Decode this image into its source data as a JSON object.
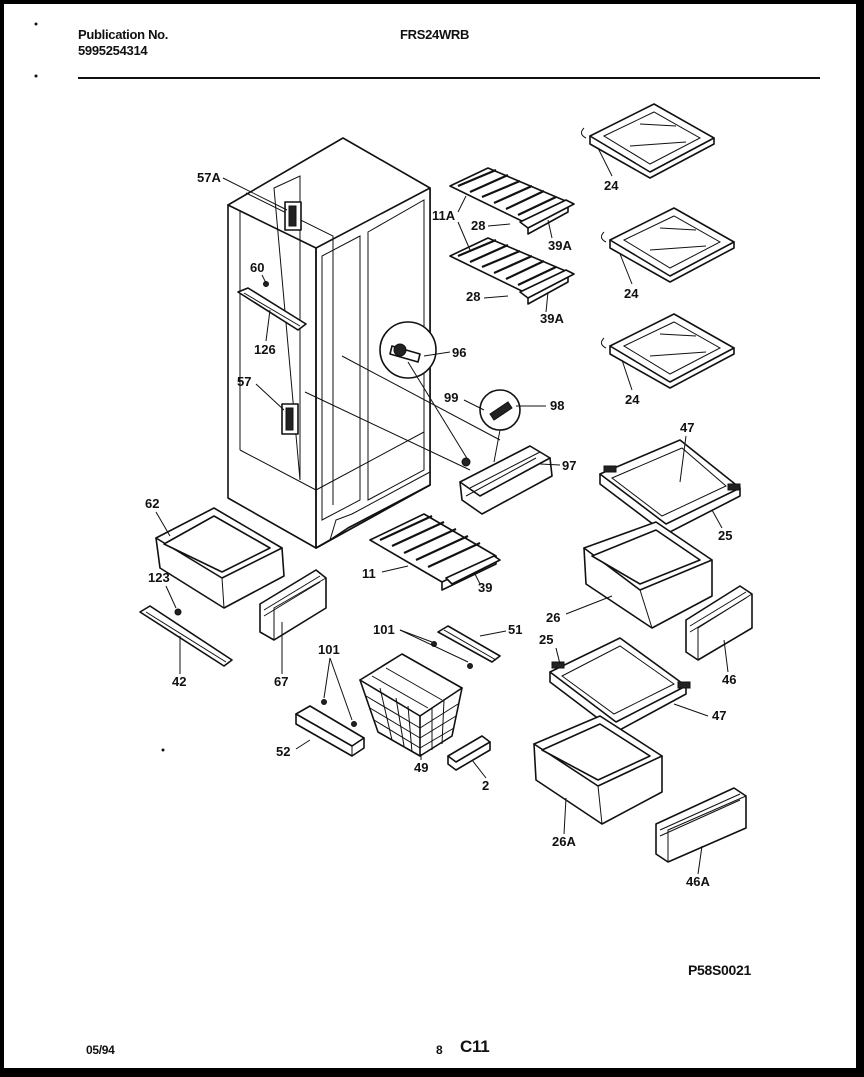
{
  "header": {
    "publication_label": "Publication No.",
    "publication_number": "5995254314",
    "model": "FRS24WRB"
  },
  "footer": {
    "date": "05/94",
    "page_number": "8",
    "section": "C11",
    "figure_code": "P58S0021"
  },
  "callouts": {
    "c57A": "57A",
    "c60": "60",
    "c126": "126",
    "c57": "57",
    "c11A": "11A",
    "c28a": "28",
    "c39Aa": "39A",
    "c28b": "28",
    "c39Ab": "39A",
    "c96a": "96",
    "c99": "99",
    "c98": "98",
    "c97": "97",
    "c24a": "24",
    "c24b": "24",
    "c24c": "24",
    "c47a": "47",
    "c25a": "25",
    "c62": "62",
    "c123": "123",
    "c42": "42",
    "c67": "67",
    "c11": "11",
    "c39": "39",
    "c101a": "101",
    "c51": "51",
    "c101b": "101",
    "c52": "52",
    "c49": "49",
    "c2": "2",
    "c26": "26",
    "c25b": "25",
    "c46": "46",
    "c47b": "47",
    "c26A": "26A",
    "c46A": "46A"
  }
}
